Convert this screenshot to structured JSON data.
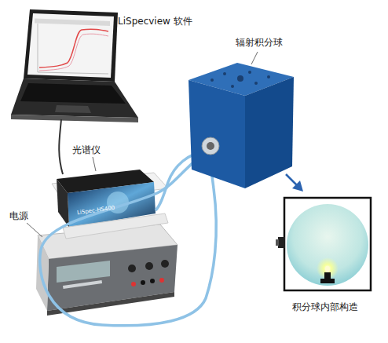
{
  "diagram": {
    "labels": [
      "LiSpecview 软件",
      "辐射积分球",
      "光谱仪",
      "电源",
      "积分球内部构造",
      "LiSpec-HS400"
    ]
  }
}
